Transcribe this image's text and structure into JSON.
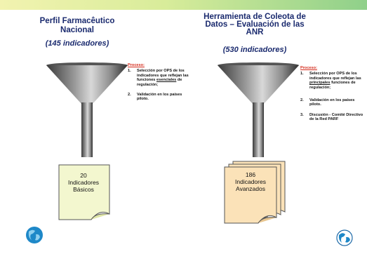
{
  "left": {
    "title": "Perfil Farmacêutico Nacional",
    "subtitle": "(145 indicadores)",
    "process_heading": "Proceso:",
    "steps": [
      {
        "num": "1.",
        "before": "Selección por OPS de los indicadores que reflejan las funciones ",
        "underlined": "esenciales",
        "after": " de regulación;"
      },
      {
        "num": "2.",
        "before": "Validación en los países piloto.",
        "underlined": "",
        "after": ""
      }
    ],
    "document_lines": [
      "20",
      "Indicadores",
      "Básicos"
    ]
  },
  "right": {
    "title_lines": [
      "Herramienta de Coleota de",
      "Datos – Evaluación de las",
      "ANR"
    ],
    "subtitle": "(530 indicadores)",
    "process_heading": "Proceso:",
    "steps": [
      {
        "num": "1.",
        "before": "Selección por OPS de los indicadores que reflejan las ",
        "underlined": "principales",
        "after": " funciones de regulación;"
      },
      {
        "num": "2.",
        "before": "Validación en los países piloto.",
        "underlined": "",
        "after": ""
      },
      {
        "num": "3.",
        "before": "Discusión - Comité Directivo de la Red PARF",
        "underlined": "",
        "after": ""
      }
    ],
    "document_lines": [
      "186",
      "Indicadores",
      "Avanzados"
    ]
  },
  "colors": {
    "title": "#1a2a6e",
    "process_heading": "#d4291a",
    "doc_left": "#f3f7cf",
    "doc_right": "#fbe2b8"
  },
  "icons": [
    "globe-icon-left",
    "globe-icon-right"
  ]
}
